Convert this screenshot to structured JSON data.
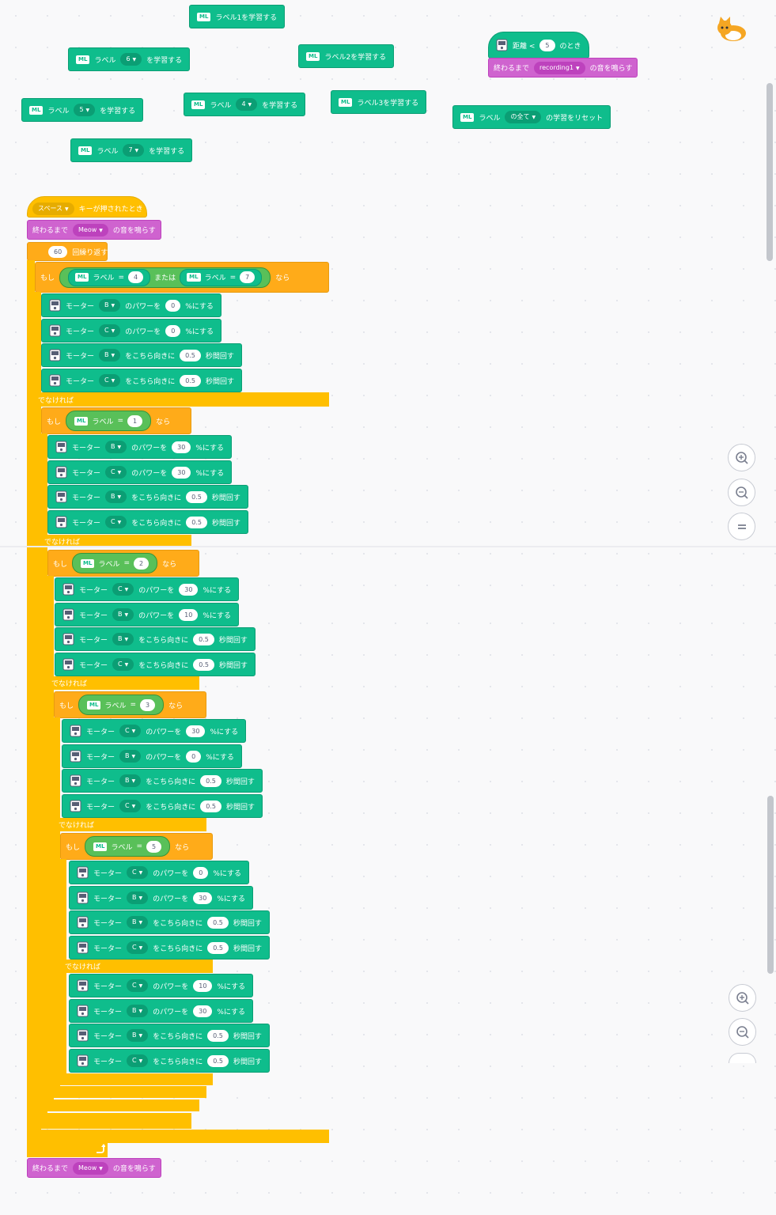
{
  "colors": {
    "looks": "#0fbd8c",
    "sound": "#cf63cf",
    "control": "#ffab19",
    "event": "#ffbf00",
    "operator": "#59c059"
  },
  "icons": {
    "ml": "ml-icon",
    "motor": "ev3-motor-icon",
    "zoom_in": "zoom-in-icon",
    "zoom_out": "zoom-out-icon",
    "zoom_reset": "zoom-reset-icon",
    "sprite": "scratch-cat-icon",
    "loop": "loop-arrow-icon"
  },
  "ml_icon_text": "ML",
  "loose": {
    "learn_l1": "ラベル1を学習する",
    "learn_l2": "ラベル2を学習する",
    "learn_l3": "ラベル3を学習する",
    "label_word": "ラベル",
    "learn_suffix": "を学習する",
    "lab6": "6",
    "lab5": "5",
    "lab4": "4",
    "lab7": "7",
    "distance_pre": "距離 <",
    "distance_val": "5",
    "distance_post": "のとき",
    "play_pre": "終わるまで",
    "recording": "recording1",
    "play_post": "の音を鳴らす",
    "reset_label": "ラベル",
    "reset_all": "の全て",
    "reset_post": "の学習をリセット"
  },
  "script": {
    "event_key": "スペース",
    "event_post": "キーが押されたとき",
    "sound_name": "Meow",
    "repeat_count": "60",
    "repeat_text": "回繰り返す",
    "if_text": "もし",
    "then_text": "なら",
    "else_text": "でなければ",
    "or_text": "または",
    "eq": "=",
    "label_word": "ラベル",
    "motor_word": "モーター",
    "power_text": "のパワーを",
    "percent_text": "%にする",
    "spin_text": "をこちら向きに",
    "seconds_text": "秒間回す",
    "cond_a": "4",
    "cond_b": "7",
    "cond1": "1",
    "cond2": "2",
    "cond3": "3",
    "cond5": "5",
    "motor_b": "B",
    "motor_c": "C",
    "p0": "0",
    "p10": "10",
    "p30": "30",
    "t05": "0.5"
  }
}
